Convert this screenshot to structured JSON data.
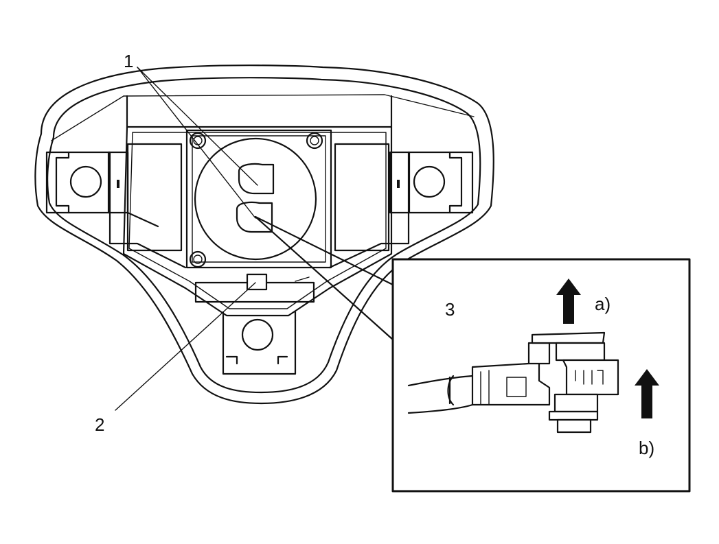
{
  "callouts": {
    "label_1": "1",
    "label_2": "2",
    "label_3": "3",
    "label_a": "a)",
    "label_b": "b)"
  }
}
